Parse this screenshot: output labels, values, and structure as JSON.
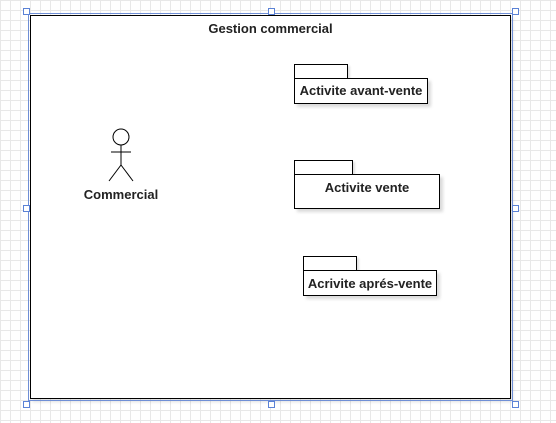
{
  "diagram": {
    "title": "Gestion commercial",
    "actor": {
      "label": "Commercial"
    },
    "packages": [
      {
        "label": "Activite avant-vente"
      },
      {
        "label": "Activite vente"
      },
      {
        "label": "Acrivite aprés-vente"
      }
    ]
  },
  "colors": {
    "selection": "#5b82d6",
    "stroke": "#000000",
    "grid": "#e8e8e8"
  }
}
